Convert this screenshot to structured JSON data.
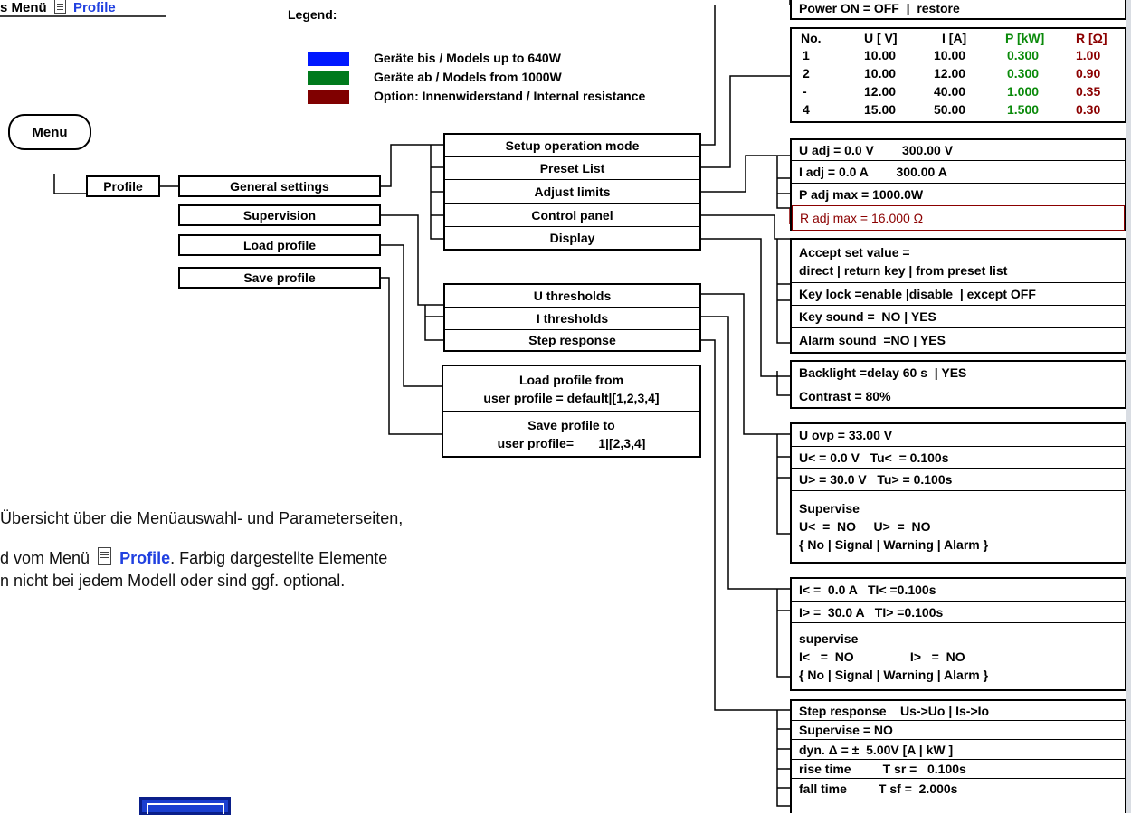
{
  "header": {
    "title_prefix": "s Menü",
    "title_link": "Profile"
  },
  "legend": {
    "title": "Legend:",
    "items": [
      {
        "label": "Geräte bis / Models up to 640W",
        "color": "#0018ff"
      },
      {
        "label": "Geräte ab / Models from 1000W",
        "color": "#007a1c"
      },
      {
        "label": "Option: Innenwiderstand / Internal resistance",
        "color": "#800000"
      }
    ]
  },
  "tree": {
    "menu": "Menu",
    "profile": "Profile",
    "general": "General settings",
    "supervision": "Supervision",
    "load": "Load  profile",
    "save": "Save profile",
    "general_sub": [
      "Setup  operation mode",
      "Preset List",
      "Adjust limits",
      "Control panel",
      "Display"
    ],
    "supervision_sub": [
      "U thresholds",
      "I thresholds",
      "Step response"
    ],
    "load_from": [
      "Load profile from",
      "user profile = default|[1,2,3,4]"
    ],
    "save_to": [
      "Save profile to",
      "user profile=       1|[2,3,4]"
    ]
  },
  "power_on": "Power ON = OFF  |  restore",
  "preset_table": {
    "headers": [
      "No.",
      "U [ V]",
      "I [A]",
      "P [kW]",
      "R [Ω]"
    ],
    "rows": [
      [
        "1",
        "10.00",
        "10.00",
        "0.300",
        "1.00"
      ],
      [
        "2",
        "10.00",
        "12.00",
        "0.300",
        "0.90"
      ],
      [
        "-",
        "12.00",
        "40.00",
        "1.000",
        "0.35"
      ],
      [
        "4",
        "15.00",
        "50.00",
        "1.500",
        "0.30"
      ]
    ]
  },
  "adjust": {
    "u_adj": "U adj = 0.0 V        300.00 V",
    "i_adj": "I adj = 0.0 A        300.00 A",
    "p_adj": "P adj max = 1000.0W",
    "r_adj": "R adj max = 16.000 Ω"
  },
  "control": {
    "accept_1": "Accept set value =",
    "accept_2": "direct | return key | from preset list",
    "key_lock": "Key lock =enable |disable  | except OFF",
    "key_sound": "Key sound =  NO | YES",
    "alarm_sound": "Alarm sound  =NO | YES"
  },
  "display": {
    "backlight": "Backlight =delay 60 s  | YES",
    "contrast": "Contrast = 80%"
  },
  "u_thr": {
    "ovp": "U ovp = 33.00 V",
    "u_low": "U< = 0.0 V   Tu<  = 0.100s",
    "u_high": "U> = 30.0 V   Tu> = 0.100s",
    "sup_1": "Supervise",
    "sup_2": "U<  =  NO     U>  =  NO",
    "sup_3": "{ No | Signal | Warning | Alarm }"
  },
  "i_thr": {
    "i_low": "I< =  0.0 A   TI< =0.100s",
    "i_high": "I> =  30.0 A   TI> =0.100s",
    "sup_1": "supervise",
    "sup_2": "I<   =  NO                I>   =  NO",
    "sup_3": "{ No | Signal | Warning | Alarm }"
  },
  "step": {
    "title": "Step response    Us->Uo | Is->Io",
    "supervise": "Supervise = NO",
    "dyn": "dyn. Δ = ±  5.00V [A | kW ]",
    "rise": "rise time         T sr =   0.100s",
    "fall": "fall time         T sf =  2.000s"
  },
  "body": {
    "line1": "Übersicht über die Menüauswahl- und Parameterseiten,",
    "line2_pre": "d vom Menü",
    "line2_link": "Profile",
    "line2_post": ". Farbig dargestellte Elemente",
    "line3": "n nicht bei jedem Modell oder sind ggf. optional."
  },
  "colors": {
    "blue_link": "#2040e0",
    "green": "#0a8a0a",
    "dark_red": "#8b0000"
  }
}
